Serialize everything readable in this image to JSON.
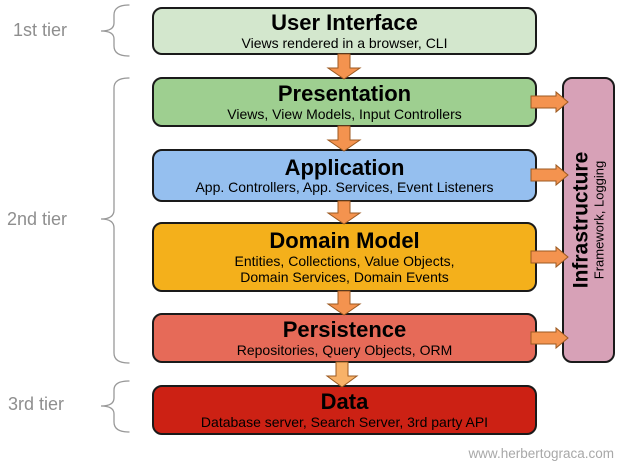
{
  "diagram": {
    "watermark": "www.herbertograca.com",
    "tier_labels": [
      {
        "label": "1st tier"
      },
      {
        "label": "2nd tier"
      },
      {
        "label": "3rd tier"
      }
    ],
    "layers": [
      {
        "title": "User Interface",
        "subtitle": "Views rendered in a browser, CLI",
        "color": "#d3e7cd"
      },
      {
        "title": "Presentation",
        "subtitle": "Views, View Models, Input Controllers",
        "color": "#9ecf90"
      },
      {
        "title": "Application",
        "subtitle": "App. Controllers, App. Services, Event Listeners",
        "color": "#95bfef"
      },
      {
        "title": "Domain Model",
        "subtitle": "Entities, Collections, Value Objects,",
        "subtitle2": "Domain Services, Domain Events",
        "color": "#f4b01b"
      },
      {
        "title": "Persistence",
        "subtitle": "Repositories, Query Objects, ORM",
        "color": "#e66a58"
      },
      {
        "title": "Data",
        "subtitle": "Database server, Search Server, 3rd party API",
        "color": "#cc2114"
      }
    ],
    "infrastructure": {
      "title": "Infrastructure",
      "subtitle": "Framework, Logging",
      "color": "#d7a1b7"
    },
    "colors": {
      "arrow_fill": "#f4934f",
      "arrow_fill_light": "#f8b268",
      "arrow_stroke": "#9c5a21",
      "brace": "#999999",
      "tier_label": "#8e8e8e",
      "watermark": "#a8a8a8",
      "box_border": "#1a1a1a"
    }
  }
}
